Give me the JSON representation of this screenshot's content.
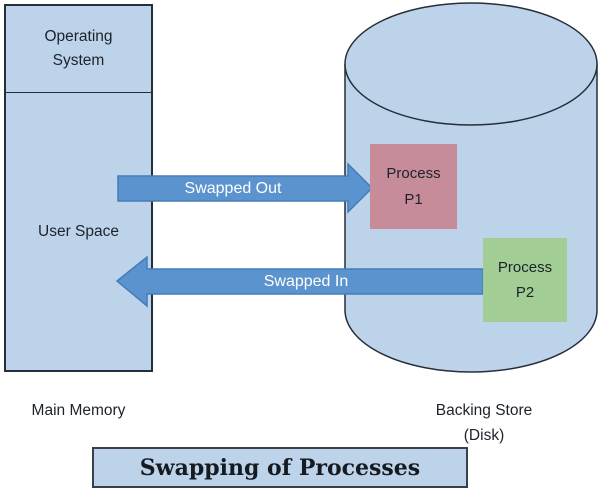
{
  "colors": {
    "light_blue": "#bdd3ea",
    "arrow_blue": "#5b93ce",
    "arrow_border": "#447cb8",
    "p1_pink": "#c68c9a",
    "p2_green": "#a2ce95",
    "outline_dark": "#252e3a"
  },
  "main_memory": {
    "os_label": "Operating System",
    "user_space_label": "User Space",
    "caption": "Main Memory"
  },
  "backing_store": {
    "caption": "Backing Store (Disk)",
    "process_p1": "Process P1",
    "process_p2": "Process P2"
  },
  "arrows": {
    "swapped_out": "Swapped Out",
    "swapped_in": "Swapped In"
  },
  "title": "Swapping of Processes"
}
